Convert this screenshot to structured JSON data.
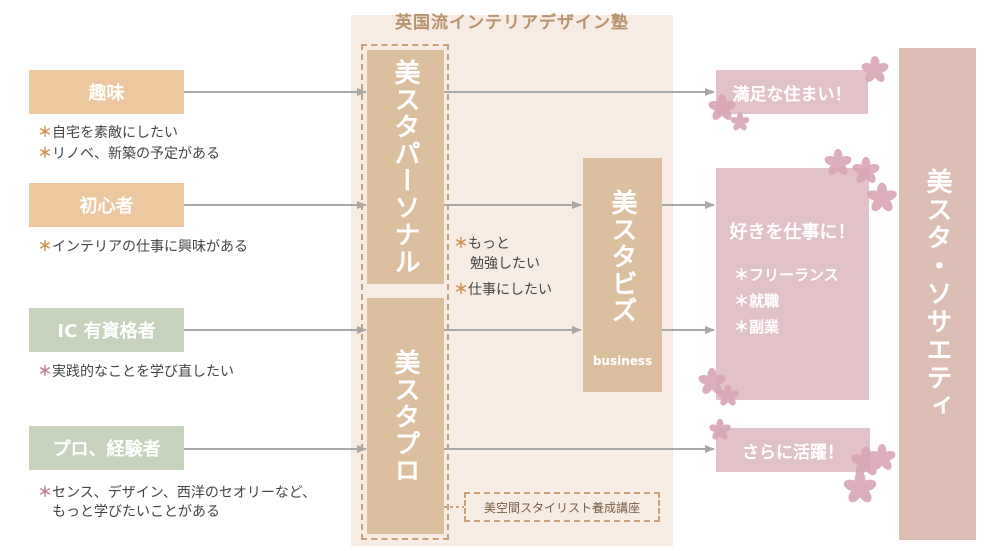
{
  "school_title": "英国流インテリアデザイン塾",
  "profiles": [
    {
      "label": "趣味",
      "descs": [
        "自宅を素敵にしたい",
        "リノベ、新築の予定がある"
      ]
    },
    {
      "label": "初心者",
      "descs": [
        "インテリアの仕事に興味がある"
      ]
    },
    {
      "label": "IC 有資格者",
      "descs": [
        "実践的なことを学び直したい"
      ]
    },
    {
      "label": "プロ、経験者",
      "descs": [
        "センス、デザイン、西洋のセオリーなど、",
        "もっと学びたいことがある"
      ]
    }
  ],
  "bullet_mark": "＊",
  "courses": {
    "personal": "美スタパーソナル",
    "pro": "美スタプロ",
    "biz": "美スタビズ",
    "biz_sub": "business"
  },
  "middle_notes": [
    "もっと",
    "勉強したい",
    "仕事にしたい"
  ],
  "certificate": "美空間スタイリスト養成講座",
  "outcomes": {
    "home": "満足な住まい！",
    "work": "好きを仕事に！",
    "work_items": [
      "フリーランス",
      "就職",
      "副業"
    ],
    "active": "さらに活躍！"
  },
  "society": "美スタ・ソサエティ",
  "colors": {
    "profile_orange": "#edc7a0",
    "profile_green": "#c7d3bd",
    "course": "#dcbf9f",
    "outcome": "#e2c2c9",
    "society": "#ddbeb5",
    "arrow": "#a8a8a8",
    "sakura": "#d9a6b4"
  }
}
